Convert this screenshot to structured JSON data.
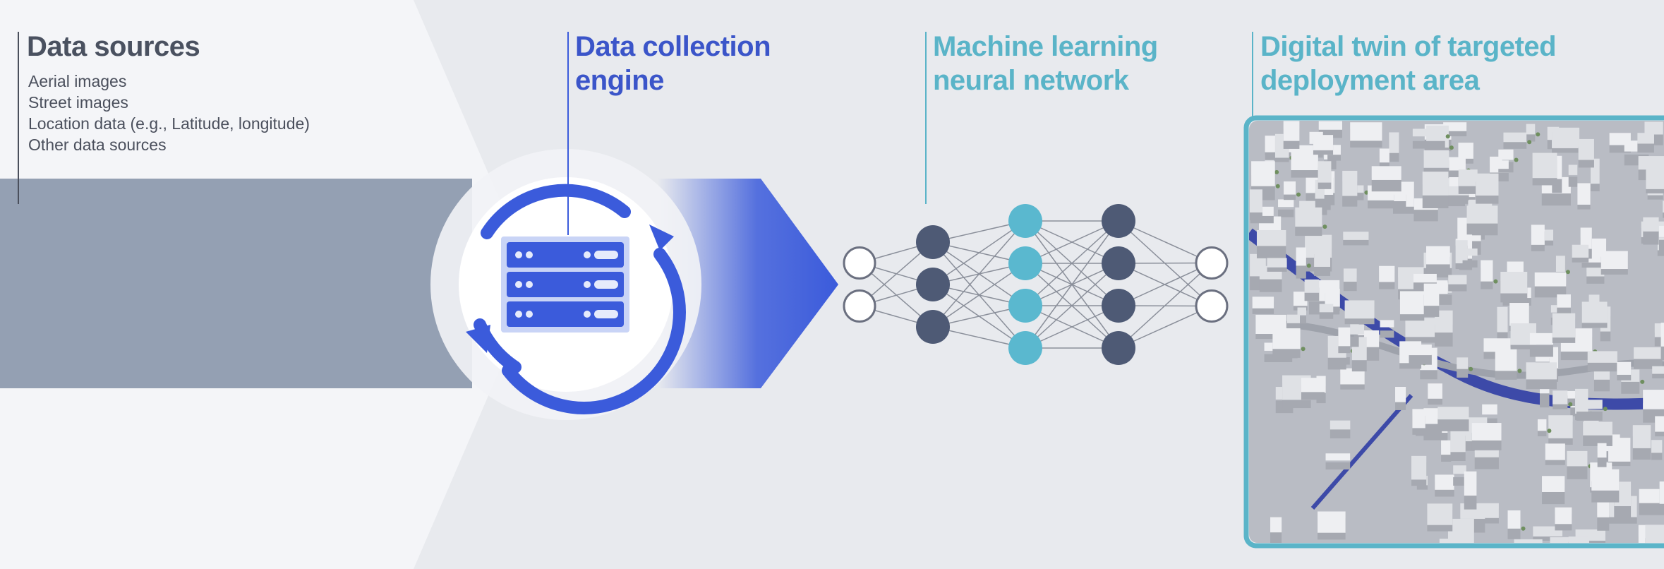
{
  "colors": {
    "background": "#e8eaee",
    "panel_light": "#f4f5f8",
    "data_bar": "#94a0b3",
    "engine_blue": "#3b5bdb",
    "teal": "#5ab4c8",
    "node_dark": "#4e5a75",
    "node_teal": "#5ab8cf"
  },
  "stages": [
    {
      "title": "Data sources",
      "items": [
        "Aerial images",
        "Street images",
        "Location data (e.g., Latitude, longitude)",
        "Other data sources"
      ]
    },
    {
      "title_lines": [
        "Data collection",
        "engine"
      ],
      "icon": "server-sync-icon"
    },
    {
      "title_lines": [
        "Machine learning",
        "neural network"
      ],
      "icon": "neural-network-icon",
      "layers": [
        2,
        3,
        4,
        4,
        2
      ]
    },
    {
      "title_lines": [
        "Digital twin of targeted",
        "deployment area"
      ],
      "image": "3d-city-model"
    }
  ]
}
